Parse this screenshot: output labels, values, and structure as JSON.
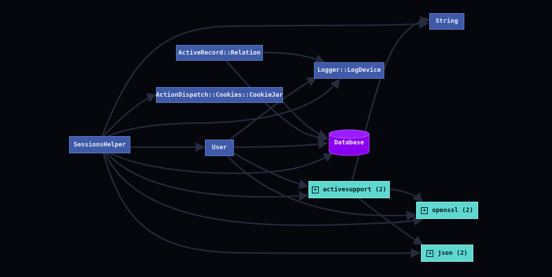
{
  "nodes": {
    "string": "String",
    "relation": "ActiveRecord::Relation",
    "logger": "Logger::LogDevice",
    "cookiejar": "ActionDispatch::Cookies::CookieJar",
    "sessions_helper": "SessionsHelper",
    "user": "User",
    "database": "Database",
    "activesupport": "activesupport (2)",
    "openssl": "openssl (2)",
    "json": "json (2)"
  },
  "colors": {
    "background": "#06070c",
    "class_node": "#3f5aa8",
    "gem_node": "#5fd8d0",
    "database": "#8a00f0",
    "edge": "#262c3d"
  },
  "icons": {
    "expand": "plus-square-icon"
  }
}
